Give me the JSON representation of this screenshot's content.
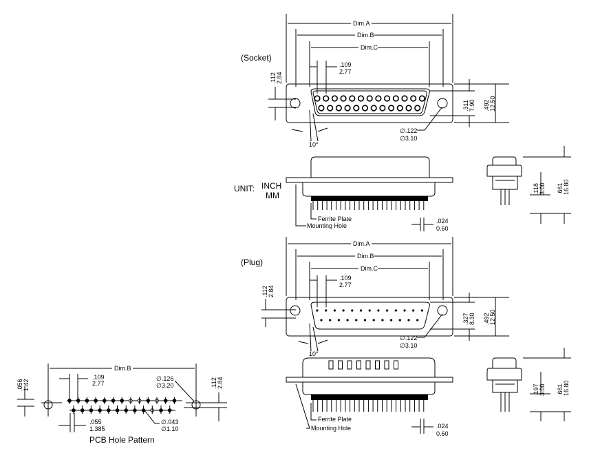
{
  "socket": {
    "title": "(Socket)",
    "dim_a": "Dim.A",
    "dim_b": "Dim.B",
    "dim_c": "Dim.C",
    "pitch_in": ".109",
    "pitch_mm": "2.77",
    "flange_in": ".112",
    "flange_mm": "2.84",
    "angle": "10°",
    "hole_in": "∅.122",
    "hole_mm": "∅3.10",
    "shell_in": ".311",
    "shell_mm": "7.90",
    "height_in": ".492",
    "height_mm": "12.50",
    "pins_row1": 13,
    "pins_row2": 12
  },
  "socket_side": {
    "unit_label": "UNIT:",
    "unit_inch": "INCH",
    "unit_mm": "MM",
    "ferrite": "Ferrite Plate",
    "mounting": "Mounting Hole",
    "thick_in": ".024",
    "thick_mm": "0.60",
    "tail_in": ".118",
    "tail_mm": "3.00",
    "total_in": ".661",
    "total_mm": "16.80"
  },
  "plug": {
    "title": "(Plug)",
    "dim_a": "Dim.A",
    "dim_b": "Dim.B",
    "dim_c": "Dim.C",
    "pitch_in": ".109",
    "pitch_mm": "2.77",
    "flange_in": ".112",
    "flange_mm": "2.84",
    "angle": "10°",
    "hole_in": "∅.122",
    "hole_mm": "∅3.10",
    "shell_in": ".327",
    "shell_mm": "8.30",
    "height_in": ".492",
    "height_mm": "12.50"
  },
  "plug_side": {
    "ferrite": "Ferrite Plate",
    "mounting": "Mounting Hole",
    "thick_in": ".024",
    "thick_mm": "0.60",
    "tail_in": ".197",
    "tail_mm": "3.00",
    "total_in": ".661",
    "total_mm": "16.80"
  },
  "pcb": {
    "title": "PCB Hole Pattern",
    "dim_b": "Dim.B",
    "offset_in": ".056",
    "offset_mm": "1.42",
    "pitch_in": ".109",
    "pitch_mm": "2.77",
    "mount_in": "∅.126",
    "mount_mm": "∅3.20",
    "row_in": ".112",
    "row_mm": "2.84",
    "stagger_in": ".055",
    "stagger_mm": "1.385",
    "pin_in": "∅.043",
    "pin_mm": "∅1.10"
  }
}
